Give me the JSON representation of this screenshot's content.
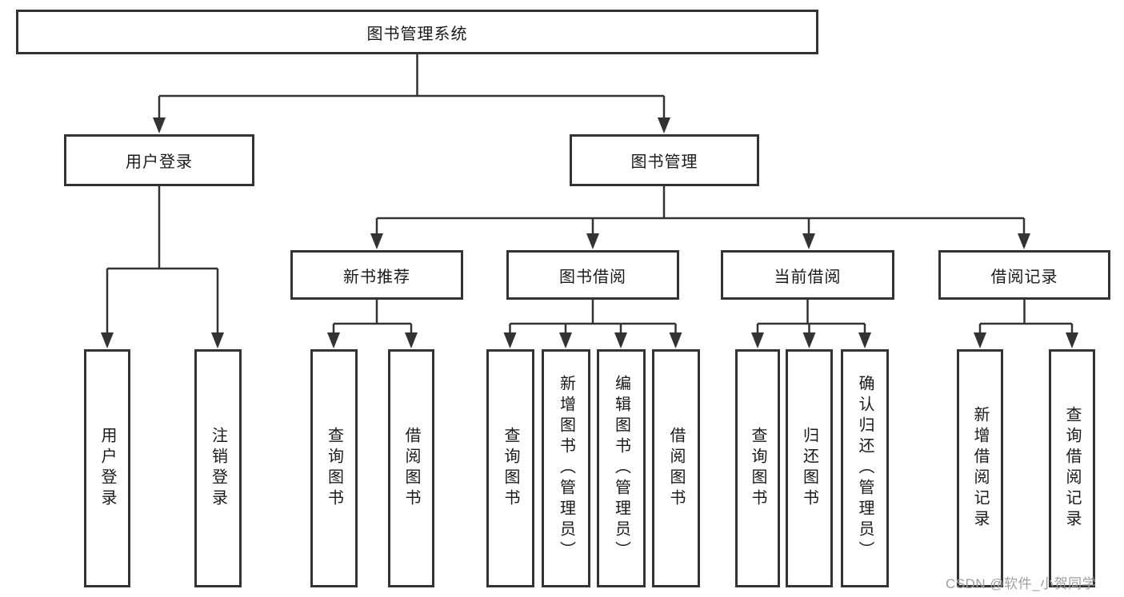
{
  "tree": {
    "label": "图书管理系统",
    "children": [
      {
        "label": "用户登录",
        "children": [
          {
            "label": "用户登录"
          },
          {
            "label": "注销登录"
          }
        ]
      },
      {
        "label": "图书管理",
        "children": [
          {
            "label": "新书推荐",
            "children": [
              {
                "label": "查询图书"
              },
              {
                "label": "借阅图书"
              }
            ]
          },
          {
            "label": "图书借阅",
            "children": [
              {
                "label": "查询图书"
              },
              {
                "label": "新增图书（管理员）"
              },
              {
                "label": "编辑图书（管理员）"
              },
              {
                "label": "借阅图书"
              }
            ]
          },
          {
            "label": "当前借阅",
            "children": [
              {
                "label": "查询图书"
              },
              {
                "label": "归还图书"
              },
              {
                "label": "确认归还（管理员）"
              }
            ]
          },
          {
            "label": "借阅记录",
            "children": [
              {
                "label": "新增借阅记录"
              },
              {
                "label": "查询借阅记录"
              }
            ]
          }
        ]
      }
    ]
  },
  "watermark": {
    "text": "CSDN @软件_小贺同学"
  },
  "colors": {
    "line": "#333333",
    "box_border": "#333333",
    "text": "#1a1a1a",
    "watermark": "#9e9e9e",
    "background": "#ffffff"
  }
}
